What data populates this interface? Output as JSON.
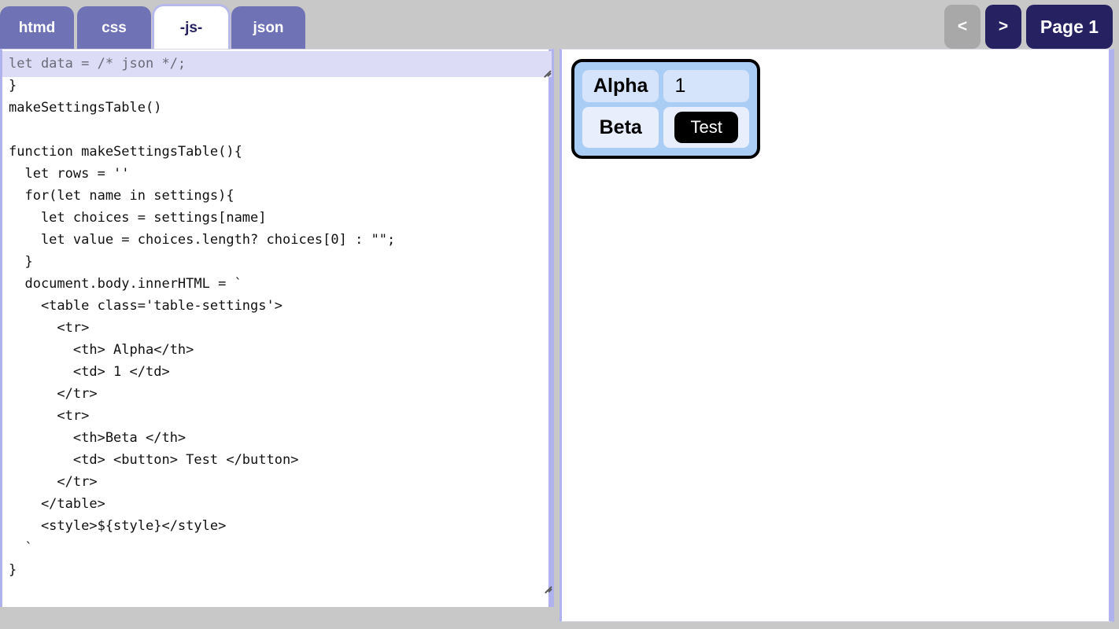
{
  "app": {
    "background_color": "#c8c8c8",
    "accent_color": "#6f72b5",
    "accent_dark_color": "#262262",
    "border_color": "#b0b2ee"
  },
  "tabs": [
    {
      "label": "htmd",
      "active": false
    },
    {
      "label": "css",
      "active": false
    },
    {
      "label": "-js-",
      "active": true
    },
    {
      "label": "json",
      "active": false
    }
  ],
  "toolbar": {
    "prev_label": "<",
    "prev_disabled": true,
    "next_label": ">",
    "next_disabled": false,
    "page_label": "Page 1"
  },
  "editor": {
    "overlay_value": "let data = /* json */;",
    "overlay_placeholder": "let data = /* json */;",
    "code_value": "  'beta' : words('a b c d e')\n}\nmakeSettingsTable()\n\nfunction makeSettingsTable(){\n  let rows = ''\n  for(let name in settings){\n    let choices = settings[name]\n    let value = choices.length? choices[0] : \"\";\n  }\n  document.body.innerHTML = `\n    <table class='table-settings'>\n      <tr>\n        <th> Alpha</th>\n        <td> 1 </td>\n      </tr>\n      <tr>\n        <th>Beta </th>\n        <td> <button> Test </button>\n      </tr>\n    </table>\n    <style>${style}</style>\n  `\n}",
    "code_placeholder": "",
    "resize_grip_icon": "resize-grip-icon"
  },
  "preview": {
    "table": {
      "class_name": "table-settings",
      "rows": [
        {
          "header": "Alpha",
          "value": "1",
          "value_is_button": false
        },
        {
          "header": "Beta",
          "value": "Test",
          "value_is_button": true
        }
      ]
    },
    "colors": {
      "table_bg": "#aacdf5",
      "cell_bg": "#e8eefc",
      "cell_bg_first_row": "#d5e3fb",
      "table_border": "#000000",
      "button_bg": "#000000",
      "button_text": "#ffffff"
    }
  }
}
